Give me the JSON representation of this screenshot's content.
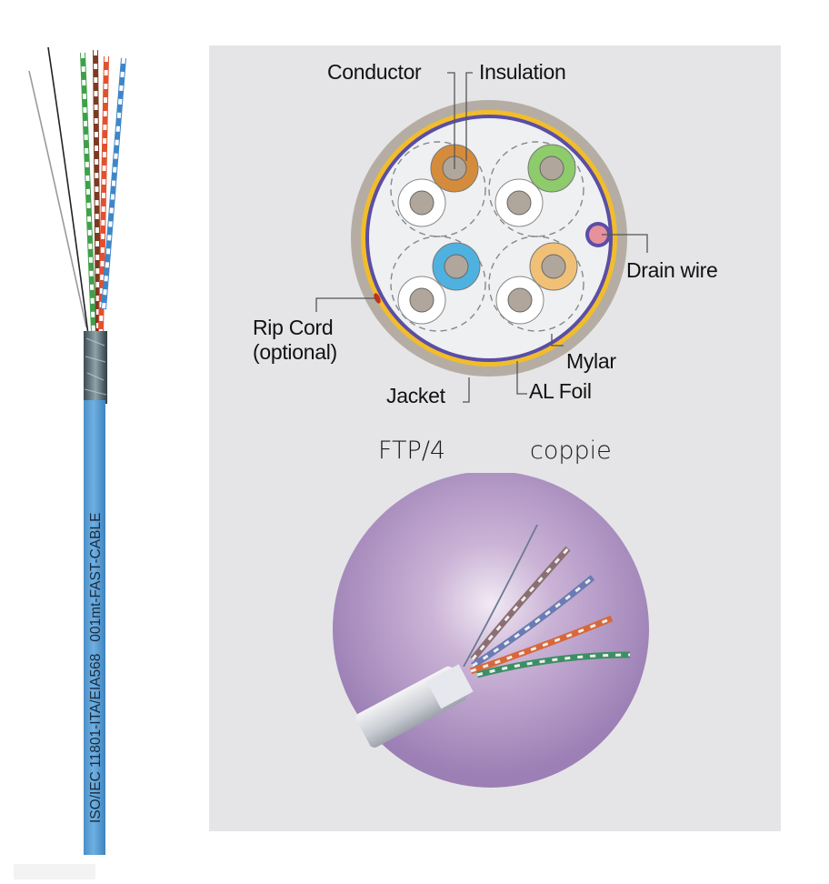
{
  "left_cable": {
    "print_text_part1": "ISO/IEC 11801-ITA/EIA568",
    "print_text_part2": "001mt-FAST-CABLE",
    "jacket_color": "#5b9fd6",
    "pair_colors": [
      "#3fa04a",
      "#7b3a22",
      "#e2502e",
      "#3f86c8"
    ]
  },
  "diagram": {
    "labels": {
      "conductor": "Conductor",
      "insulation": "Insulation",
      "drain_wire": "Drain wire",
      "rip_cord": "Rip Cord",
      "rip_cord_note": "(optional)",
      "mylar": "Mylar",
      "al_foil": "AL Foil",
      "jacket": "Jacket"
    },
    "colors": {
      "jacket": "#b5ada3",
      "al_foil": "#f2bd2b",
      "mylar": "#5a4ea6",
      "conductor": "#b0a69b",
      "pair_orange": "#d48c3c",
      "pair_green": "#8dcb6b",
      "pair_blue": "#4fb1e0",
      "pair_light_orange": "#f1c077",
      "drain_wire": "#e7919c",
      "rip_cord": "#c2301e"
    }
  },
  "subtitle": {
    "type": "FTP/4",
    "material": "coppie"
  },
  "photo": {
    "background_color": "#9b7fb5"
  }
}
